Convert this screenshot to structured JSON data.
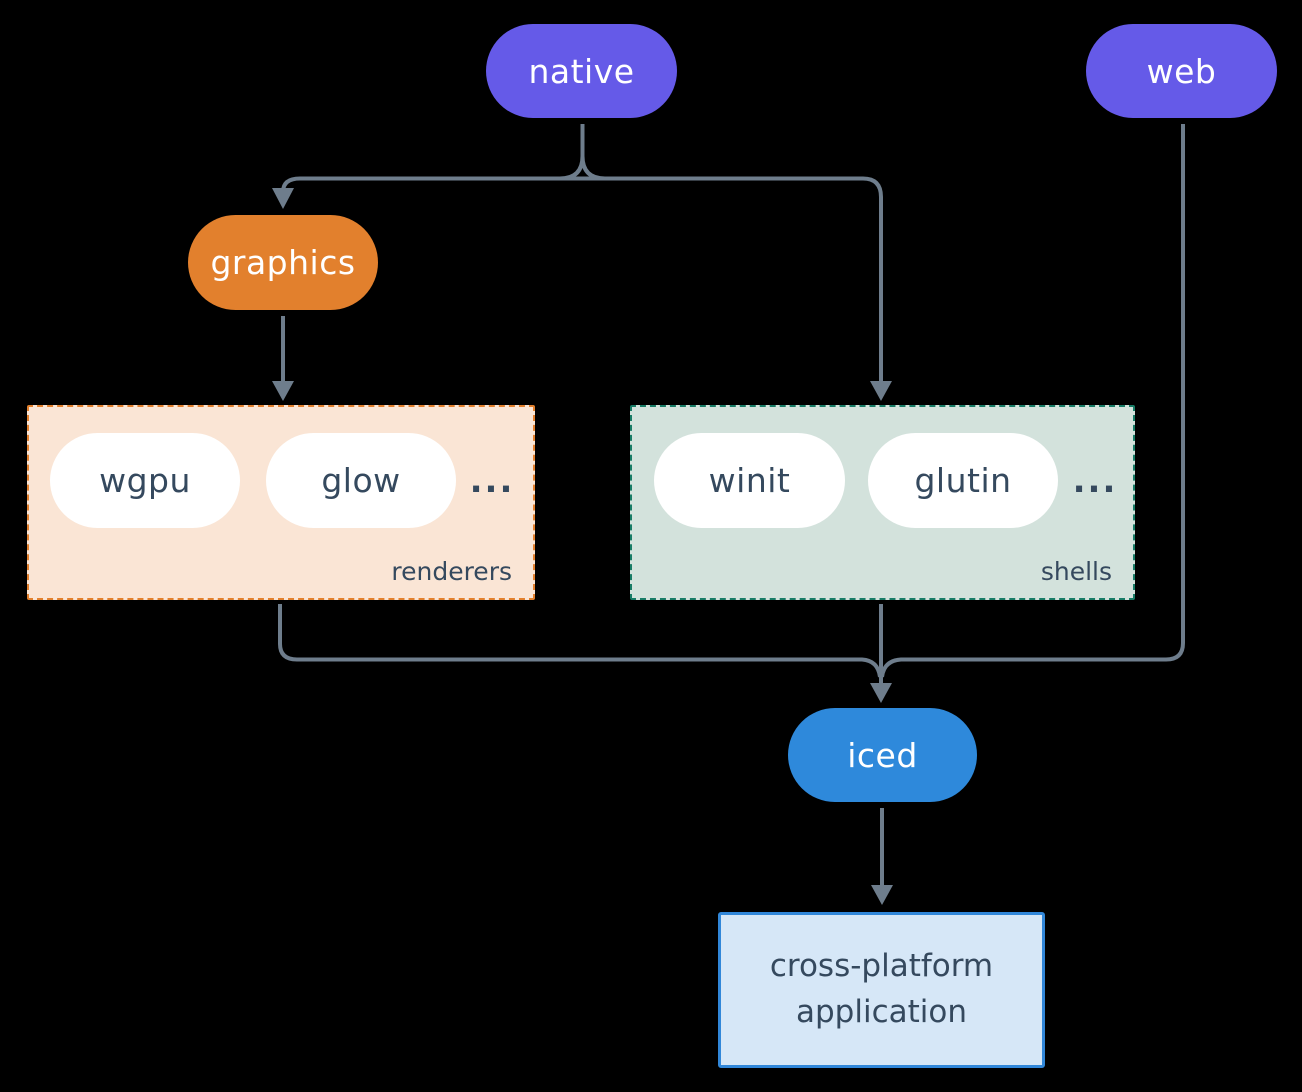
{
  "colors": {
    "background": "#000000",
    "edge": "#6E7D8C",
    "purple": "#655AE8",
    "orange": "#E2802D",
    "blue": "#2E89DB",
    "peach_bg": "#FAE5D5",
    "peach_border": "#E2802D",
    "sage_bg": "#D3E2DC",
    "sage_border": "#187C66",
    "app_bg": "#D6E7F7",
    "app_border": "#3187D9",
    "dark_text": "#35495E",
    "white_text": "#FFFFFF"
  },
  "nodes": {
    "native": {
      "label": "native"
    },
    "web": {
      "label": "web"
    },
    "graphics": {
      "label": "graphics"
    },
    "iced": {
      "label": "iced"
    },
    "application": {
      "line1": "cross-platform",
      "line2": "application"
    }
  },
  "groups": {
    "renderers": {
      "label": "renderers",
      "items": [
        "wgpu",
        "glow"
      ],
      "ellipsis": "..."
    },
    "shells": {
      "label": "shells",
      "items": [
        "winit",
        "glutin"
      ],
      "ellipsis": "..."
    }
  }
}
